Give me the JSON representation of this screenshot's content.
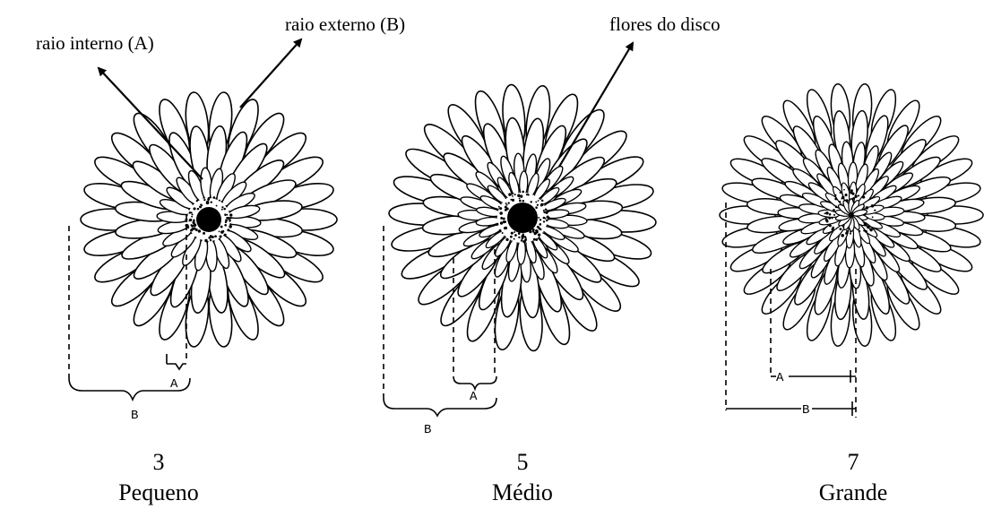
{
  "labels": {
    "inner_ray": "raio interno (A)",
    "outer_ray": "raio externo (B)",
    "disc_flowers": "flores do disco"
  },
  "dimension_letters": {
    "inner": "A",
    "outer": "B"
  },
  "flowers": [
    {
      "score": "3",
      "size": "Pequeno"
    },
    {
      "score": "5",
      "size": "Médio"
    },
    {
      "score": "7",
      "size": "Grande"
    }
  ]
}
